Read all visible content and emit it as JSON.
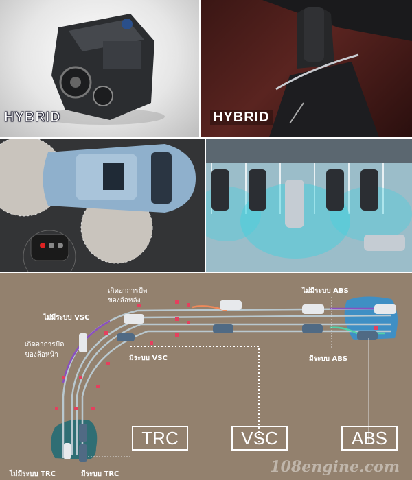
{
  "panels": {
    "engine": {
      "badge": "HYBRID"
    },
    "shifter": {
      "badge": "HYBRID"
    },
    "safety_diagram": {
      "labels": {
        "rear_skid": [
          "เกิดอาการปัด",
          "ของล้อหลัง"
        ],
        "front_skid": [
          "เกิดอาการปัด",
          "ของล้อหน้า"
        ],
        "no_vsc": "ไม่มีระบบ VSC",
        "with_vsc": "มีระบบ VSC",
        "no_abs": "ไม่มีระบบ ABS",
        "with_abs": "มีระบบ ABS",
        "no_trc": "ไม่มีระบบ TRC",
        "with_trc": "มีระบบ TRC"
      },
      "systems": [
        "TRC",
        "VSC",
        "ABS"
      ]
    }
  },
  "watermark": "108engine.com",
  "colors": {
    "ground": "#93816e",
    "water": "#3f8fc4",
    "skid": "#e4405e",
    "purple": "#8a4fc0",
    "orange": "#f08a5a"
  }
}
